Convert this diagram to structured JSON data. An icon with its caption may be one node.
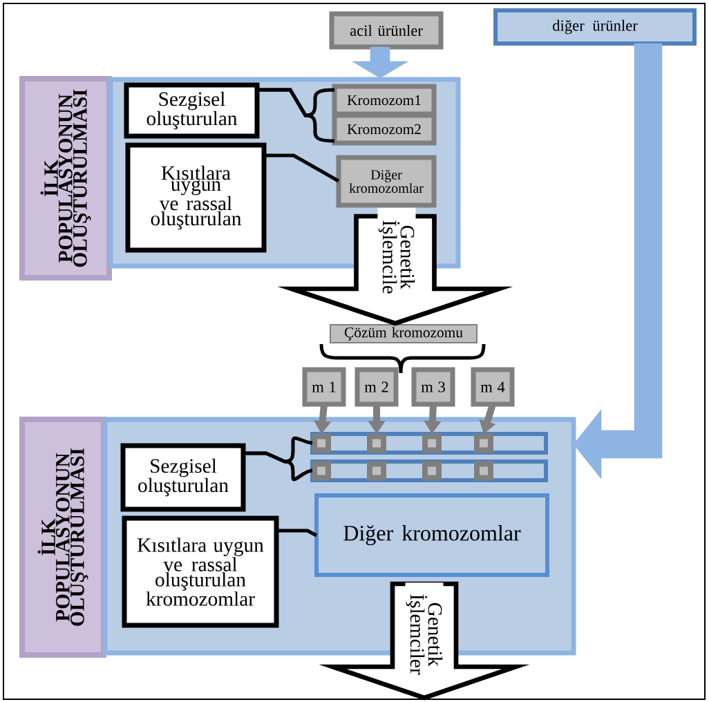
{
  "diagram": {
    "nodes": [
      {
        "text": [
          "İLK POPULASYONUN OLUŞTURULMASI"
        ]
      },
      {
        "text": [
          "acil ürünler"
        ]
      },
      {
        "text": [
          "diğer ürünler"
        ]
      },
      {
        "text": [],
        "shape": "box"
      },
      {
        "text": [
          "Sezgisel oluşturulan"
        ],
        "in": 3
      },
      {
        "text": [
          "Kromozom1"
        ],
        "in": 3
      },
      {
        "text": [
          "Kromozom2"
        ],
        "in": 3
      },
      {
        "text": [
          "Kısıtlara uygun ve rassal oluşturulan"
        ],
        "in": 3
      },
      {
        "text": [
          "Diğer kromozomlar"
        ],
        "in": 3
      },
      {
        "text": [
          "Çözüm kromozomu"
        ]
      },
      {
        "text": [
          "m 1"
        ]
      },
      {
        "text": [
          "m 2"
        ]
      },
      {
        "text": [
          "m 3"
        ]
      },
      {
        "text": [
          "m 4"
        ]
      },
      {
        "text": [
          "İLK POPULASYONUN OLUŞTURULMASI"
        ]
      },
      {
        "text": [],
        "shape": "box"
      },
      {
        "text": [
          "Sezgisel oluşturulan"
        ],
        "in": 15
      },
      {
        "text": [],
        "shape": "bar",
        "in": 15
      },
      {
        "text": [],
        "shape": "bar",
        "in": 15
      },
      {
        "text": [
          "Diğer kromozomlar"
        ],
        "in": 15
      },
      {
        "text": [
          "Kısıtlara uygun ve rassal oluşturulan kromozomlar"
        ],
        "in": 15
      }
    ],
    "edges": [
      {
        "from": 1,
        "to": 3,
        "arrow": "to",
        "style": "thick",
        "color": "#8eb4e3"
      },
      {
        "from": 2,
        "to": 15,
        "arrow": "to",
        "style": "thick",
        "color": "#8eb4e3"
      },
      {
        "from": 4,
        "to": 5,
        "arrow": "none"
      },
      {
        "from": 4,
        "to": 6,
        "arrow": "none"
      },
      {
        "from": 7,
        "to": 8,
        "arrow": "none"
      },
      {
        "from": 3,
        "to": 9,
        "arrow": "to",
        "style": "thick",
        "label": "Genetik İşlemcile"
      },
      {
        "from": 10,
        "to": 17,
        "arrow": "to",
        "style": "thick",
        "color": "#7f7f7f"
      },
      {
        "from": 11,
        "to": 17,
        "arrow": "to",
        "style": "thick",
        "color": "#7f7f7f"
      },
      {
        "from": 12,
        "to": 17,
        "arrow": "to",
        "style": "thick",
        "color": "#7f7f7f"
      },
      {
        "from": 13,
        "to": 17,
        "arrow": "to",
        "style": "thick",
        "color": "#7f7f7f"
      },
      {
        "from": 16,
        "to": 17,
        "arrow": "none"
      },
      {
        "from": 16,
        "to": 18,
        "arrow": "none"
      },
      {
        "from": 20,
        "to": 19,
        "arrow": "none"
      },
      {
        "from": 15,
        "to": null,
        "arrow": "to",
        "style": "thick",
        "label": "Genetik İşlemciler"
      }
    ]
  }
}
